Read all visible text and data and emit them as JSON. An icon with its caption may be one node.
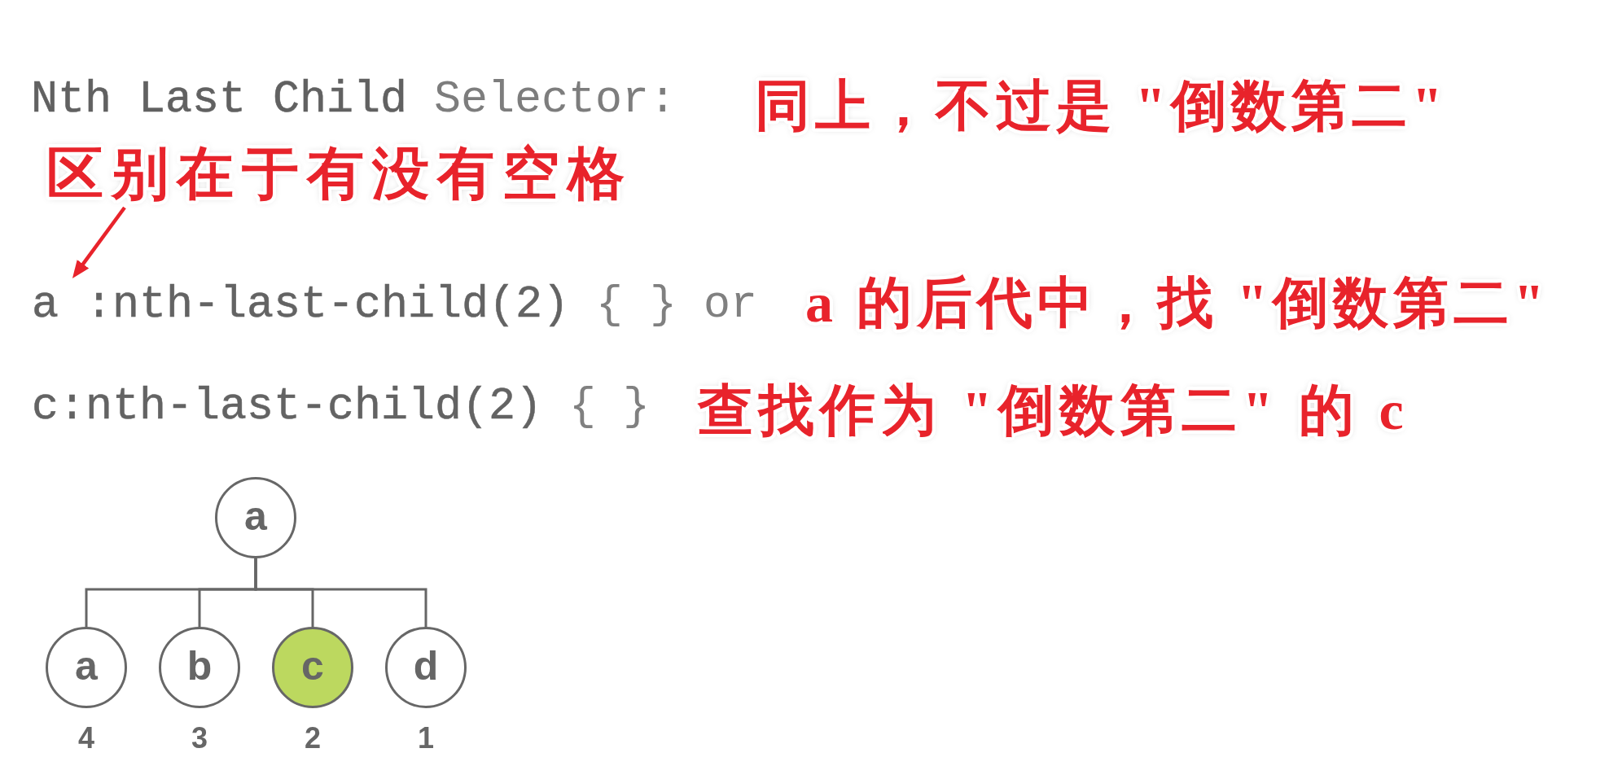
{
  "diagram": {
    "title": "**Nth Last Child** Selector:",
    "nodes": [
      {
        "text": [
          "区别在于有没有空格"
        ]
      },
      {
        "text": [
          "a :nth-last-child(2)"
        ]
      },
      {
        "text": [
          "a"
        ]
      },
      {
        "text": [
          "a"
        ],
        "beside": [
          "4"
        ]
      },
      {
        "text": [
          "b"
        ],
        "beside": [
          "3"
        ]
      },
      {
        "text": [
          "c"
        ],
        "beside": [
          "2"
        ]
      },
      {
        "text": [
          "d"
        ],
        "beside": [
          "1"
        ]
      }
    ],
    "edges": [
      {
        "from": 0,
        "to": 1,
        "arrow": "to",
        "color": "#e8232b"
      },
      {
        "from": 2,
        "to": 3,
        "arrow": "none"
      },
      {
        "from": 2,
        "to": 4,
        "arrow": "none"
      },
      {
        "from": 2,
        "to": 5,
        "arrow": "none"
      },
      {
        "from": 2,
        "to": 6,
        "arrow": "none"
      }
    ],
    "labels": [
      "同上，不过是 \"倒数第二\"",
      "{ }",
      "or",
      "a 的后代中，找 \"倒数第二\"",
      "c:nth-last-child(2)",
      "{ }",
      "查找作为 \"倒数第二\" 的 c"
    ]
  }
}
